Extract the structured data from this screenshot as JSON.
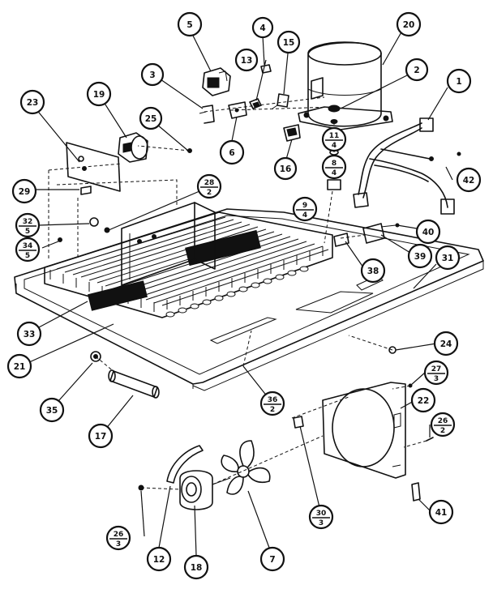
{
  "callouts": [
    {
      "id": "c1",
      "label": "1"
    },
    {
      "id": "c2",
      "label": "2"
    },
    {
      "id": "c3",
      "label": "3"
    },
    {
      "id": "c4",
      "label": "4"
    },
    {
      "id": "c5",
      "label": "5"
    },
    {
      "id": "c6",
      "label": "6"
    },
    {
      "id": "c7",
      "label": "7"
    },
    {
      "id": "c12",
      "label": "12"
    },
    {
      "id": "c13",
      "label": "13"
    },
    {
      "id": "c15",
      "label": "15"
    },
    {
      "id": "c16",
      "label": "16"
    },
    {
      "id": "c17",
      "label": "17"
    },
    {
      "id": "c18",
      "label": "18"
    },
    {
      "id": "c19",
      "label": "19"
    },
    {
      "id": "c20",
      "label": "20"
    },
    {
      "id": "c21",
      "label": "21"
    },
    {
      "id": "c22",
      "label": "22"
    },
    {
      "id": "c23",
      "label": "23"
    },
    {
      "id": "c24",
      "label": "24"
    },
    {
      "id": "c25",
      "label": "25"
    },
    {
      "id": "c29",
      "label": "29"
    },
    {
      "id": "c31",
      "label": "31"
    },
    {
      "id": "c33",
      "label": "33"
    },
    {
      "id": "c35",
      "label": "35"
    },
    {
      "id": "c38",
      "label": "38"
    },
    {
      "id": "c39",
      "label": "39"
    },
    {
      "id": "c40",
      "label": "40"
    },
    {
      "id": "c41",
      "label": "41"
    },
    {
      "id": "c42",
      "label": "42"
    }
  ],
  "fraction_callouts": [
    {
      "id": "f11",
      "top": "11",
      "bottom": "4"
    },
    {
      "id": "f8",
      "top": "8",
      "bottom": "4"
    },
    {
      "id": "f9",
      "top": "9",
      "bottom": "4"
    },
    {
      "id": "f28",
      "top": "28",
      "bottom": "2"
    },
    {
      "id": "f32",
      "top": "32",
      "bottom": "5"
    },
    {
      "id": "f34",
      "top": "34",
      "bottom": "5"
    },
    {
      "id": "f36",
      "top": "36",
      "bottom": "2"
    },
    {
      "id": "f27",
      "top": "27",
      "bottom": "3"
    },
    {
      "id": "f26r",
      "top": "26",
      "bottom": "2"
    },
    {
      "id": "f30",
      "top": "30",
      "bottom": "3"
    },
    {
      "id": "f26b",
      "top": "26",
      "bottom": "3"
    }
  ]
}
